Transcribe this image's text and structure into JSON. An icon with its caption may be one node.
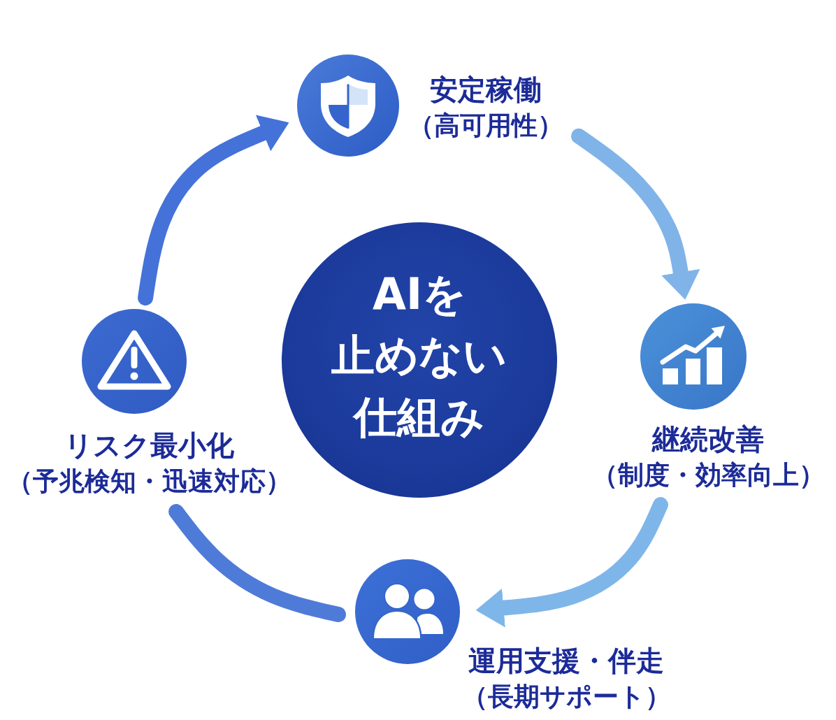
{
  "diagram": {
    "nodes": [
      {
        "text": [
          "安定稼働",
          "（高可用性）"
        ]
      },
      {
        "text": [
          "リスク最小化",
          "（予兆検知・迅速対応）"
        ]
      },
      {
        "text": [
          "AIを止めない仕組み"
        ]
      },
      {
        "text": [
          "継続改善",
          "（制度・効率向上）"
        ]
      },
      {
        "text": [
          "運用支援・伴走",
          "（長期サポート）"
        ]
      }
    ],
    "edges": [
      {
        "from": 1,
        "to": 0,
        "arrow": "to",
        "color": "#4472d8"
      },
      {
        "from": 0,
        "to": 3,
        "arrow": "to",
        "color": "#80b4e8"
      },
      {
        "from": 3,
        "to": 4,
        "arrow": "to",
        "color": "#7fb6ea"
      },
      {
        "from": 4,
        "to": 1,
        "arrow": "none",
        "color": "#4f7bd8"
      }
    ]
  }
}
